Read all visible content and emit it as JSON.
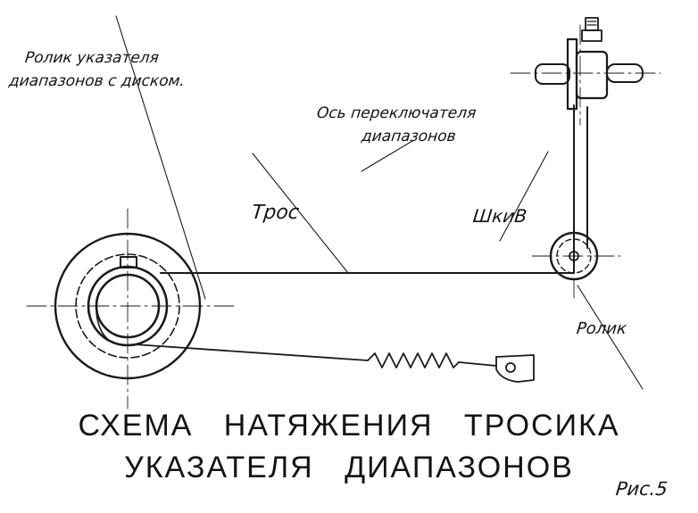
{
  "labels": {
    "roller_disc": [
      "Ролик указателя",
      "диапазонов с диском."
    ],
    "switch_axis": [
      "Ось переключателя",
      "диапазонов"
    ],
    "cable": "Трос",
    "pulley": "ШкиВ",
    "roller": "Ролик"
  },
  "title": {
    "line1": "СХЕМА   НАТЯЖЕНИЯ   ТРОСИКА",
    "line2": "УКАЗАТЕЛЯ   ДИАПАЗОНОВ"
  },
  "figure_label": "Рис.5"
}
